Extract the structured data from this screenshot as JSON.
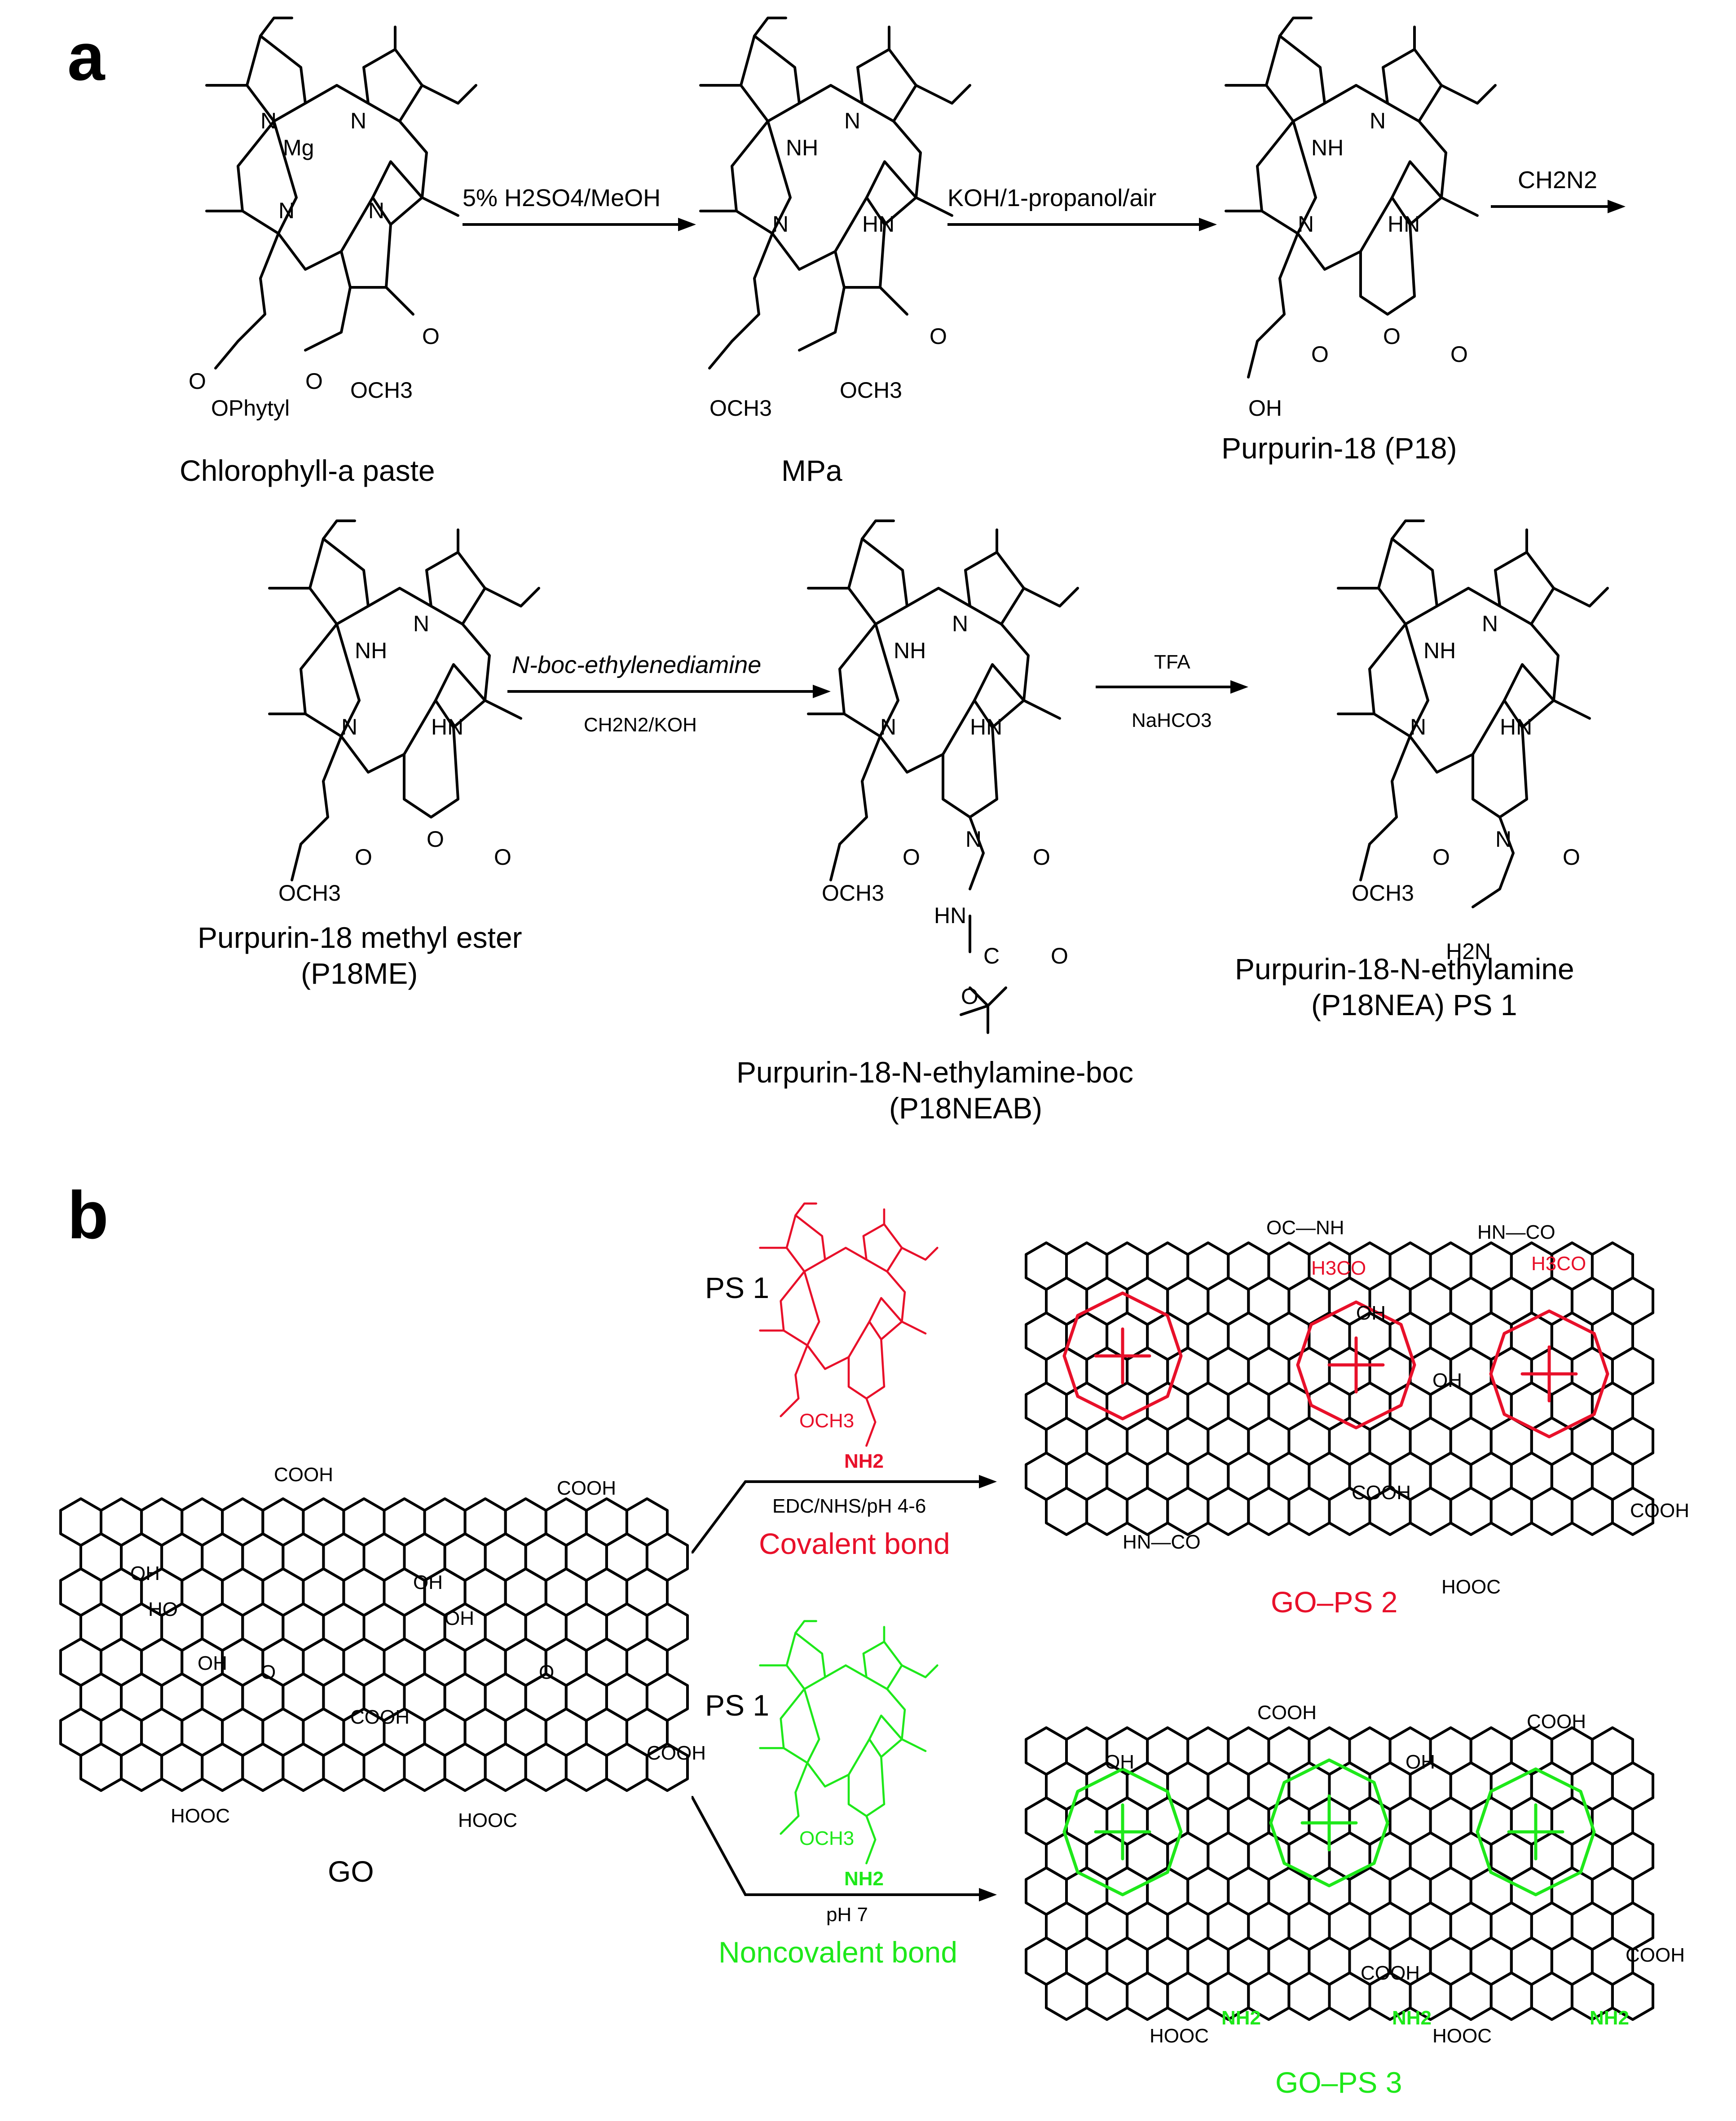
{
  "panels": {
    "a": "a",
    "b": "b"
  },
  "panel_a": {
    "compounds": {
      "chlorophyll": "Chlorophyll-a paste",
      "mpa": "MPa",
      "p18": "Purpurin-18 (P18)",
      "p18me_name": "Purpurin-18 methyl ester",
      "p18me_abbr": "(P18ME)",
      "p18neab_name": "Purpurin-18-N-ethylamine-boc",
      "p18neab_abbr": "(P18NEAB)",
      "p18nea_name": "Purpurin-18-N-ethylamine",
      "p18nea_abbr": "(P18NEA) PS 1"
    },
    "reagents": {
      "step1": "5% H2SO4/MeOH",
      "step2": "KOH/1-propanol/air",
      "step3": "CH2N2",
      "step4_top": "N-boc-ethylenediamine",
      "step4_bottom": "CH2N2/KOH",
      "step5_top": "TFA",
      "step5_bottom": "NaHCO3"
    },
    "atoms": {
      "mg": "Mg",
      "n": "N",
      "nh": "NH",
      "hn": "HN",
      "o": "O",
      "oh": "OH",
      "ophytyl": "OPhytyl",
      "och3": "OCH3",
      "h2n": "H2N",
      "c": "C"
    }
  },
  "panel_b": {
    "go_label": "GO",
    "ps_label_covalent": "PS 1",
    "ps_label_noncovalent": "PS 1",
    "covalent_reagent": "EDC/NHS/pH 4-6",
    "covalent_bond": "Covalent bond",
    "noncovalent_reagent": "pH 7",
    "noncovalent_bond": "Noncovalent bond",
    "product_covalent": "GO–PS 2",
    "product_noncovalent": "GO–PS 3",
    "groups": {
      "cooh": "COOH",
      "hooc": "HOOC",
      "oh": "OH",
      "ho": "HO",
      "o": "O",
      "nh2": "NH2",
      "hn_co": "HN—CO",
      "oc_nh": "OC—NH",
      "h3co": "H3CO",
      "och3": "OCH3"
    },
    "colors": {
      "covalent": "#e8102a",
      "noncovalent": "#1ee81a"
    }
  }
}
